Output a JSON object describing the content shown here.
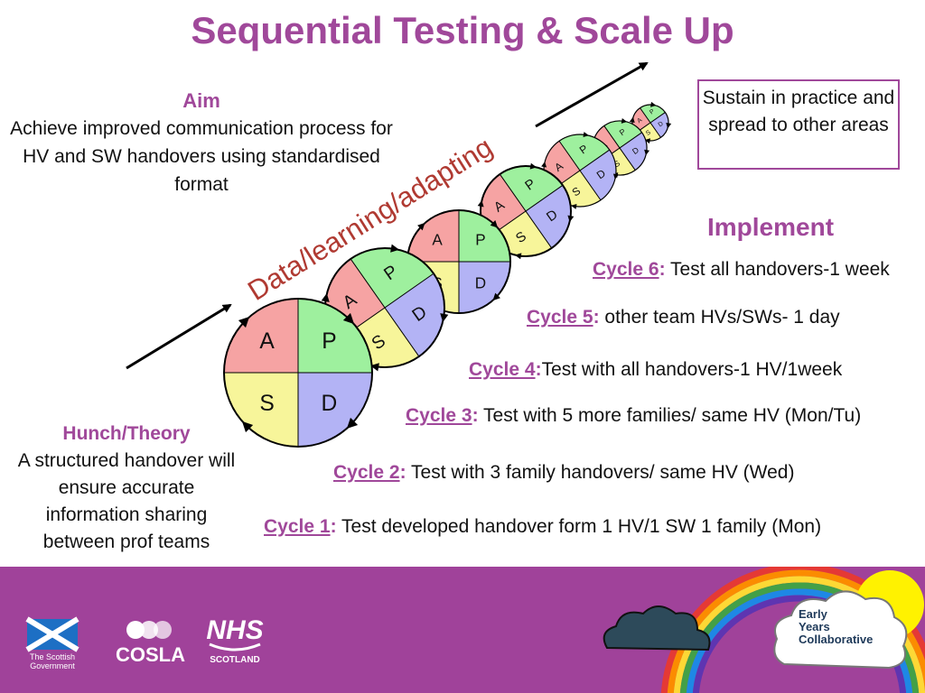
{
  "title": "Sequential Testing  & Scale Up",
  "aim": {
    "heading": "Aim",
    "text": "Achieve improved communication process for  HV and SW handovers using standardised format"
  },
  "hunch": {
    "heading": "Hunch/Theory",
    "text": "A structured handover will ensure accurate information sharing between prof teams"
  },
  "sustain": "Sustain in practice and spread to other areas",
  "implement": "Implement",
  "diagonal_label": "Data/learning/adapting",
  "pdsa_letters": {
    "a": "A",
    "p": "P",
    "s": "S",
    "d": "D"
  },
  "cycles": [
    {
      "label": "Cycle 6",
      "text": " Test all handovers-1 week"
    },
    {
      "label": "Cycle 5",
      "text": " other  team  HVs/SWs- 1 day"
    },
    {
      "label": "Cycle 4",
      "text": "Test with all handovers-1 HV/1week"
    },
    {
      "label": "Cycle 3",
      "text": " Test with 5 more families/ same HV (Mon/Tu)"
    },
    {
      "label": "Cycle 2",
      "text": " Test with 3 family handovers/ same HV (Wed)"
    },
    {
      "label": "Cycle 1",
      "text": " Test developed handover form 1 HV/1 SW 1 family (Mon)"
    }
  ],
  "footer": {
    "scottish_gov": "The Scottish Government",
    "cosla": "COSLA",
    "nhs": "NHS",
    "nhs_sub": "SCOTLAND",
    "eyc": [
      "Early",
      "Years",
      "Collaborative"
    ]
  },
  "colors": {
    "accent": "#a0489a",
    "footer": "#a0429a",
    "quad_a": "#f6a3a3",
    "quad_p": "#9ef09e",
    "quad_s": "#f7f59a",
    "quad_d": "#b3b3f5",
    "diagonal_text": "#b03a32"
  }
}
